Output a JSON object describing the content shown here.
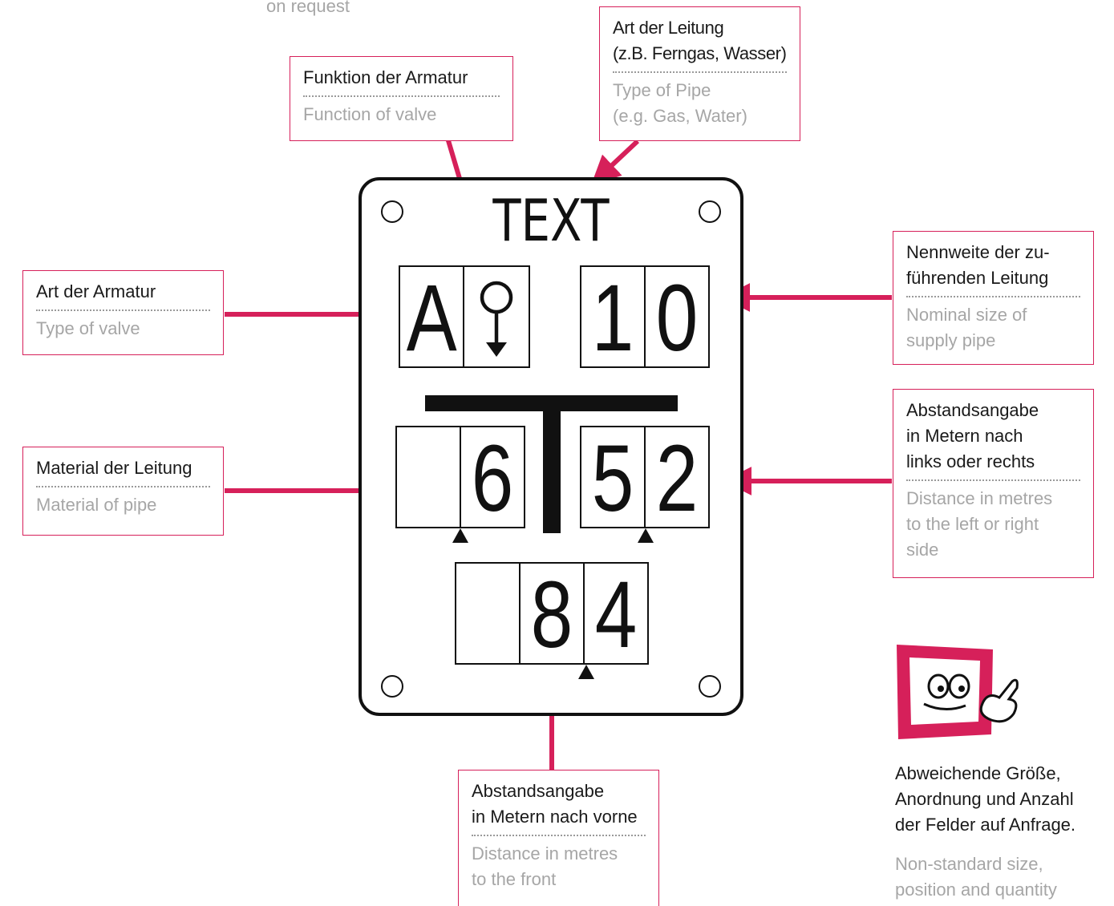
{
  "top_note": "on request",
  "labels": {
    "funktion": {
      "de": "Funktion der Armatur",
      "en": "Function of valve"
    },
    "art_leitung": {
      "de": "Art der Leitung\n(z.B. Ferngas, Wasser)",
      "en": "Type of Pipe\n(e.g. Gas, Water)"
    },
    "art_armatur": {
      "de": "Art der Armatur",
      "en": "Type of valve"
    },
    "nennweite": {
      "de": "Nennweite der zu-\nführenden Leitung",
      "en": "Nominal size of\nsupply pipe"
    },
    "material": {
      "de": "Material der Leitung",
      "en": "Material of pipe"
    },
    "abstand_lr": {
      "de": "Abstandsangabe\nin Metern nach\nlinks oder rechts",
      "en": "Distance in metres\nto the left or right\nside"
    },
    "abstand_front": {
      "de": "Abstandsangabe\nin Metern nach vorne",
      "en": "Distance in metres\nto the front"
    }
  },
  "sign": {
    "title": "TEXT",
    "row1_left": [
      "A",
      ""
    ],
    "row1_right": [
      "1",
      "0"
    ],
    "row2_left": [
      "",
      "6"
    ],
    "row2_right": [
      "5",
      "2"
    ],
    "row3": [
      "",
      "8",
      "4"
    ]
  },
  "note": {
    "de": "Abweichende Größe,\nAnordnung und Anzahl\nder Felder auf Anfrage.",
    "en": "Non-standard size,\nposition and quantity"
  },
  "colors": {
    "accent": "#d6205a",
    "text": "#1a1a1a",
    "muted": "#a6a6a6",
    "sign": "#111111"
  }
}
